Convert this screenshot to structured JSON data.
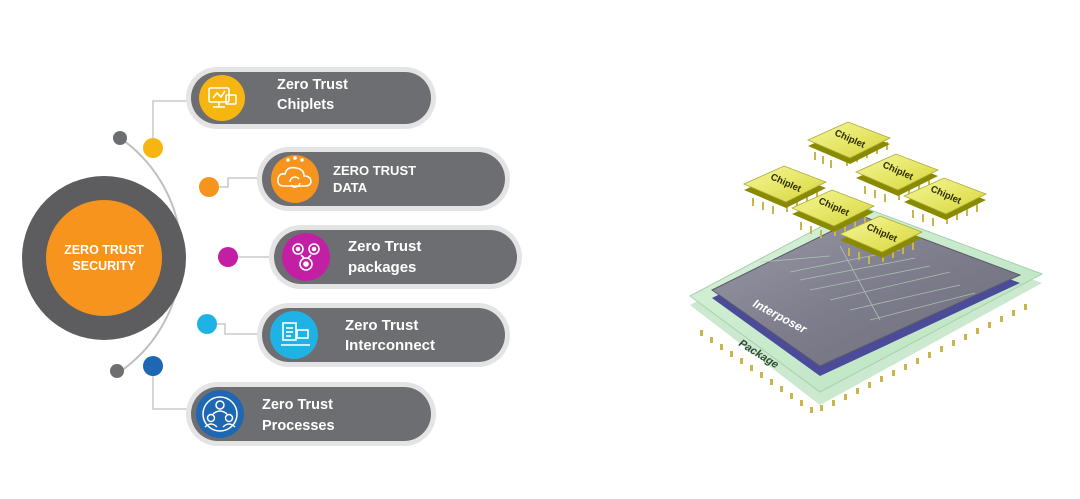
{
  "hub": {
    "line1": "ZERO TRUST",
    "line2": "SECURITY",
    "color": "#f7941d",
    "ring_color": "#5d5d5f"
  },
  "items": [
    {
      "line1": "Zero Trust",
      "line2": "Chiplets",
      "icon": "computer-chip-icon",
      "color": "#f7b512"
    },
    {
      "line1": "ZERO TRUST",
      "line2": "DATA",
      "icon": "cloud-sync-icon",
      "color": "#f7941d"
    },
    {
      "line1": "Zero Trust",
      "line2": "packages",
      "icon": "gears-icon",
      "color": "#c21fa5"
    },
    {
      "line1": "Zero Trust",
      "line2": "Interconnect",
      "icon": "document-laptop-icon",
      "color": "#1fb3e5"
    },
    {
      "line1": "Zero Trust",
      "line2": "Processes",
      "icon": "people-network-icon",
      "color": "#1e67b2"
    }
  ],
  "pill_color": "#6d6e71",
  "chiplets": [
    "Chiplet",
    "Chiplet",
    "Chiplet",
    "Chiplet",
    "Chiplet",
    "Chiplet"
  ],
  "interposer_label": "Interposer",
  "package_label": "Package"
}
